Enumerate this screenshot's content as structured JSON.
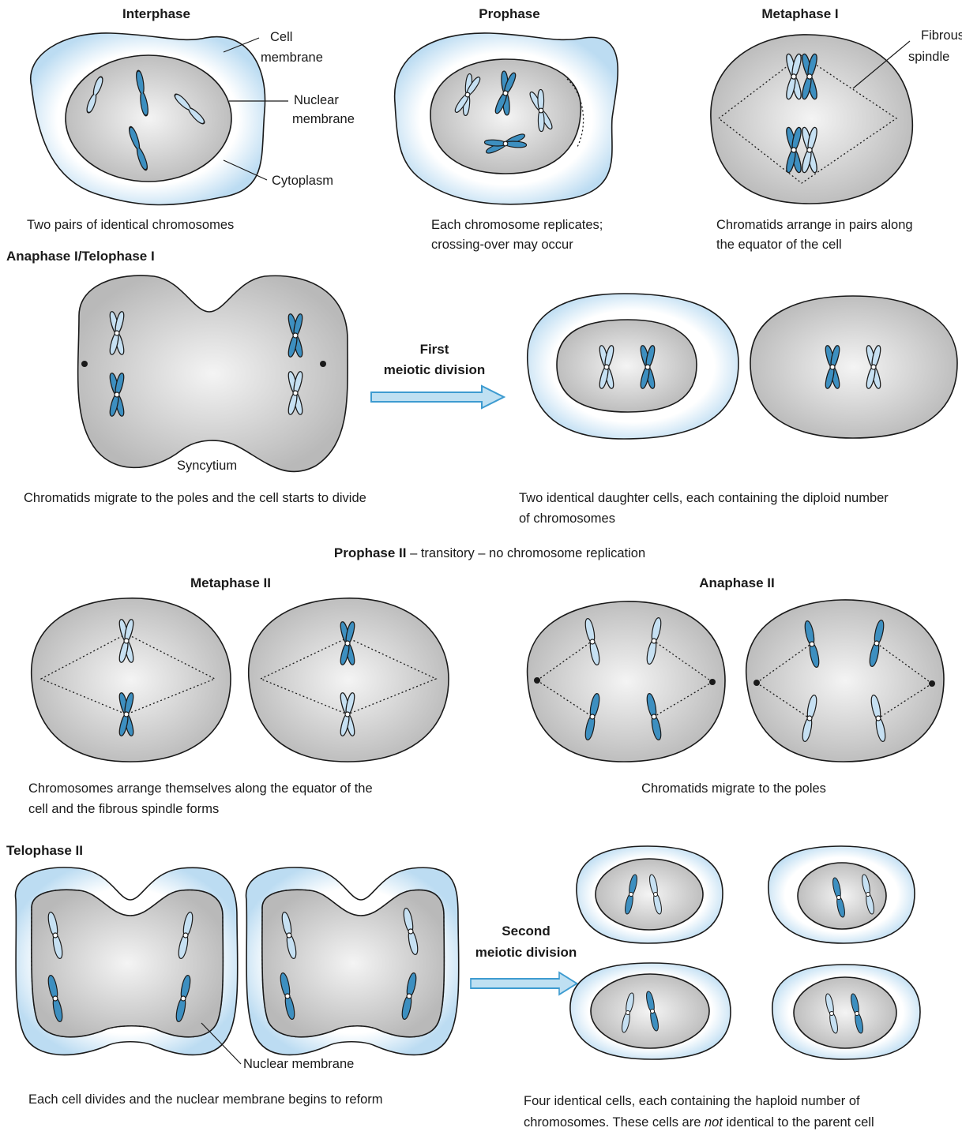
{
  "colors": {
    "membrane": "#cfe6f6",
    "cytoplasm_center": "#f3f3f3",
    "cytoplasm_edge": "#bdbdbd",
    "chromosome_dark": "#3d8fc0",
    "chromosome_light": "#c6e0f2",
    "arrow_fill": "#bfe0f2",
    "arrow_stroke": "#3d9bd0"
  },
  "headings": {
    "interphase": "Interphase",
    "prophase": "Prophase",
    "metaphase1": "Metaphase I",
    "anaphase1": "Anaphase I/Telophase I",
    "metaphase2": "Metaphase II",
    "anaphase2": "Anaphase II",
    "telophase2": "Telophase II",
    "prophase2_bold": "Prophase II",
    "prophase2_rest": " – transitory – no chromosome replication"
  },
  "labels": {
    "cell_membrane_1": "Cell",
    "cell_membrane_2": "membrane",
    "nuclear_membrane_1": "Nuclear",
    "nuclear_membrane_2": "membrane",
    "cytoplasm": "Cytoplasm",
    "fibrous_spindle_1": "Fibrous",
    "fibrous_spindle_2": "spindle",
    "syncytium": "Syncytium",
    "nuclear_membrane_bottom": "Nuclear membrane",
    "first_division_1": "First",
    "first_division_2": "meiotic division",
    "second_division_1": "Second",
    "second_division_2": "meiotic division"
  },
  "captions": {
    "interphase": "Two pairs of identical chromosomes",
    "prophase_1": "Each chromosome replicates;",
    "prophase_2": "crossing-over may occur",
    "metaphase1_1": "Chromatids arrange in pairs along",
    "metaphase1_2": "the equator of the cell",
    "anaphase1": "Chromatids migrate to the poles and the cell starts to divide",
    "daughter_1": "Two identical daughter cells, each containing the diploid number",
    "daughter_2": "of chromosomes",
    "metaphase2_1": "Chromosomes arrange themselves along the equator of the",
    "metaphase2_2": "cell and the fibrous spindle forms",
    "anaphase2": "Chromatids migrate to the poles",
    "telophase2": "Each cell divides and the nuclear membrane begins to reform",
    "four_cells_1": "Four identical cells, each containing the haploid number of",
    "four_cells_2a": "chromosomes.  These cells are ",
    "four_cells_2b": "not",
    "four_cells_2c": " identical to the parent cell"
  }
}
